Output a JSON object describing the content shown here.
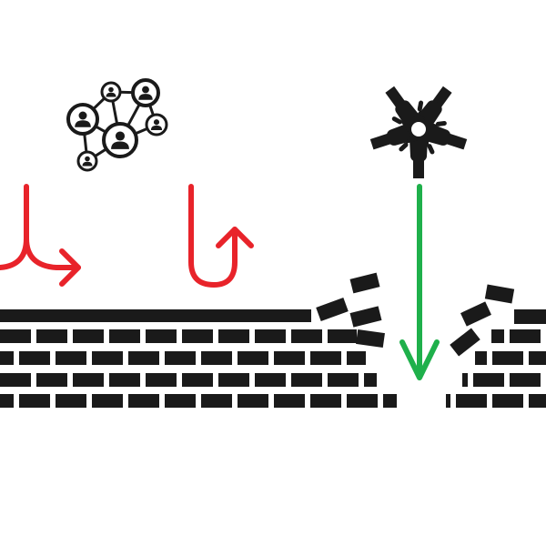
{
  "colors": {
    "background": "#ffffff",
    "brick": "#1a1a1a",
    "deflect_arrow": "#e8232a",
    "pass_arrow": "#1fb04b"
  },
  "icons": {
    "left": "people-network-icon",
    "right": "joined-hands-icon"
  },
  "arrows": [
    {
      "name": "split-deflect-arrow",
      "color": "red"
    },
    {
      "name": "u-turn-deflect-arrow",
      "color": "red"
    },
    {
      "name": "through-gap-arrow",
      "color": "green"
    }
  ],
  "wall": {
    "gap": true
  }
}
